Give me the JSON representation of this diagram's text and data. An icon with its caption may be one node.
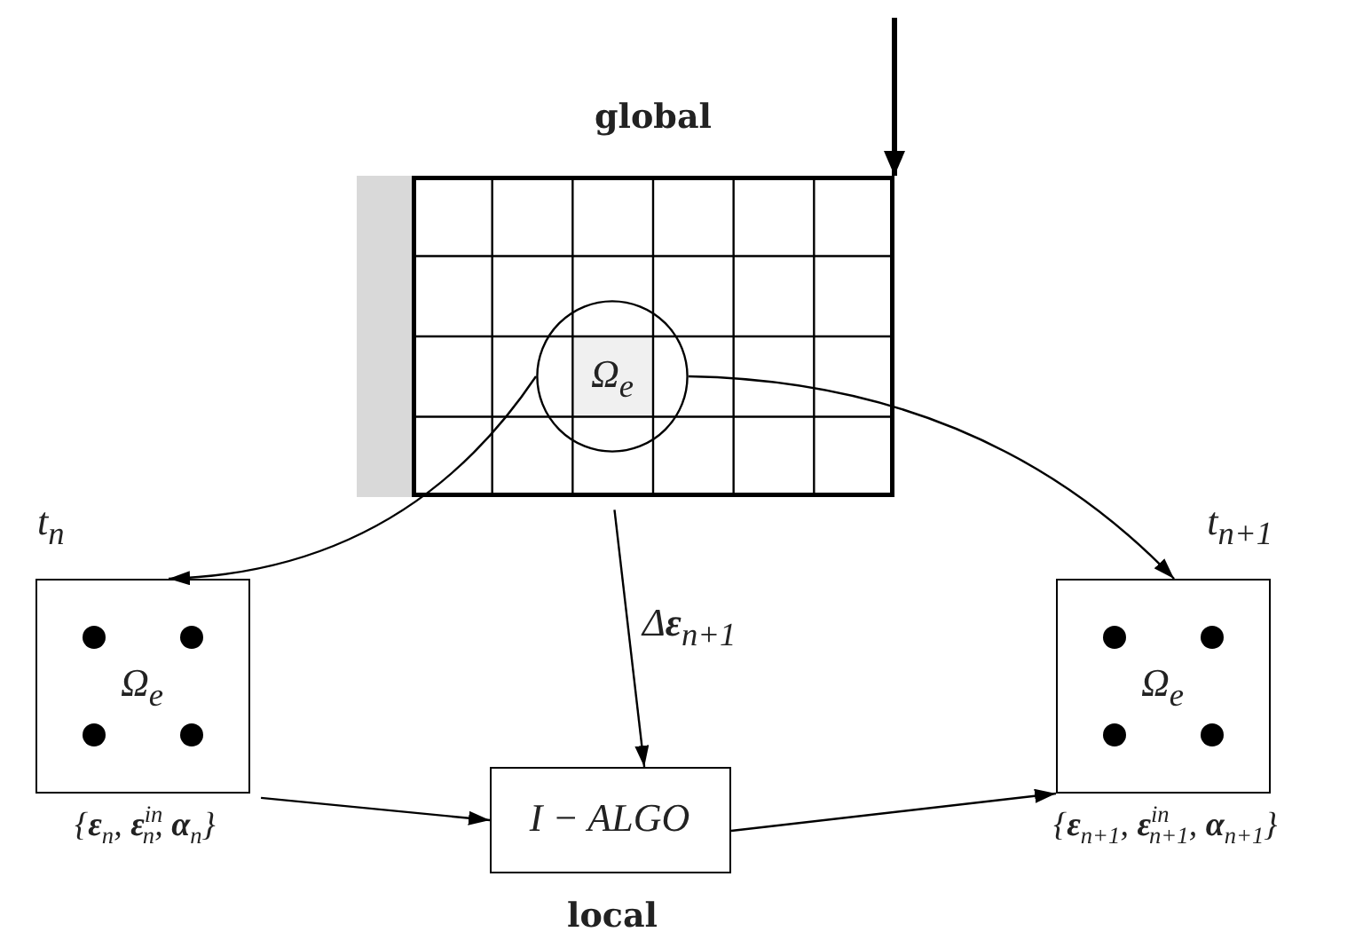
{
  "diagram": {
    "nodes": [
      {
        "text": [
          "global"
        ]
      },
      {
        "text": [
          "Ω$_{e}$"
        ],
        "in": 0
      },
      {
        "text": [
          "Ω$_{e}$"
        ],
        "beside": [
          "t$_{n}$",
          "{**ε**$_{n}$, **ε**$^{in}$$_{n}$, **α**$_{n}$}"
        ]
      },
      {
        "text": [
          "I − ALGO"
        ],
        "beside": [
          "local"
        ]
      },
      {
        "text": [
          "Ω$_{e}$"
        ],
        "beside": [
          "t$_{n+1}$",
          "{**ε**$_{n+1}$, **ε**$^{in}$$_{n+1}$, **α**$_{n+1}$}"
        ]
      },
      {
        "text": [],
        "shape": "bar"
      }
    ],
    "edges": [
      {
        "from": 1,
        "to": 2,
        "arrow": "to"
      },
      {
        "from": 1,
        "to": 4,
        "arrow": "to"
      },
      {
        "from": 0,
        "to": 3,
        "arrow": "to",
        "label": "Δ**ε**$_{n+1}$"
      },
      {
        "from": 2,
        "to": 3,
        "arrow": "to"
      },
      {
        "from": 3,
        "to": 4,
        "arrow": "to"
      },
      {
        "from": null,
        "to": 0,
        "arrow": "to",
        "style": "thick"
      }
    ]
  }
}
